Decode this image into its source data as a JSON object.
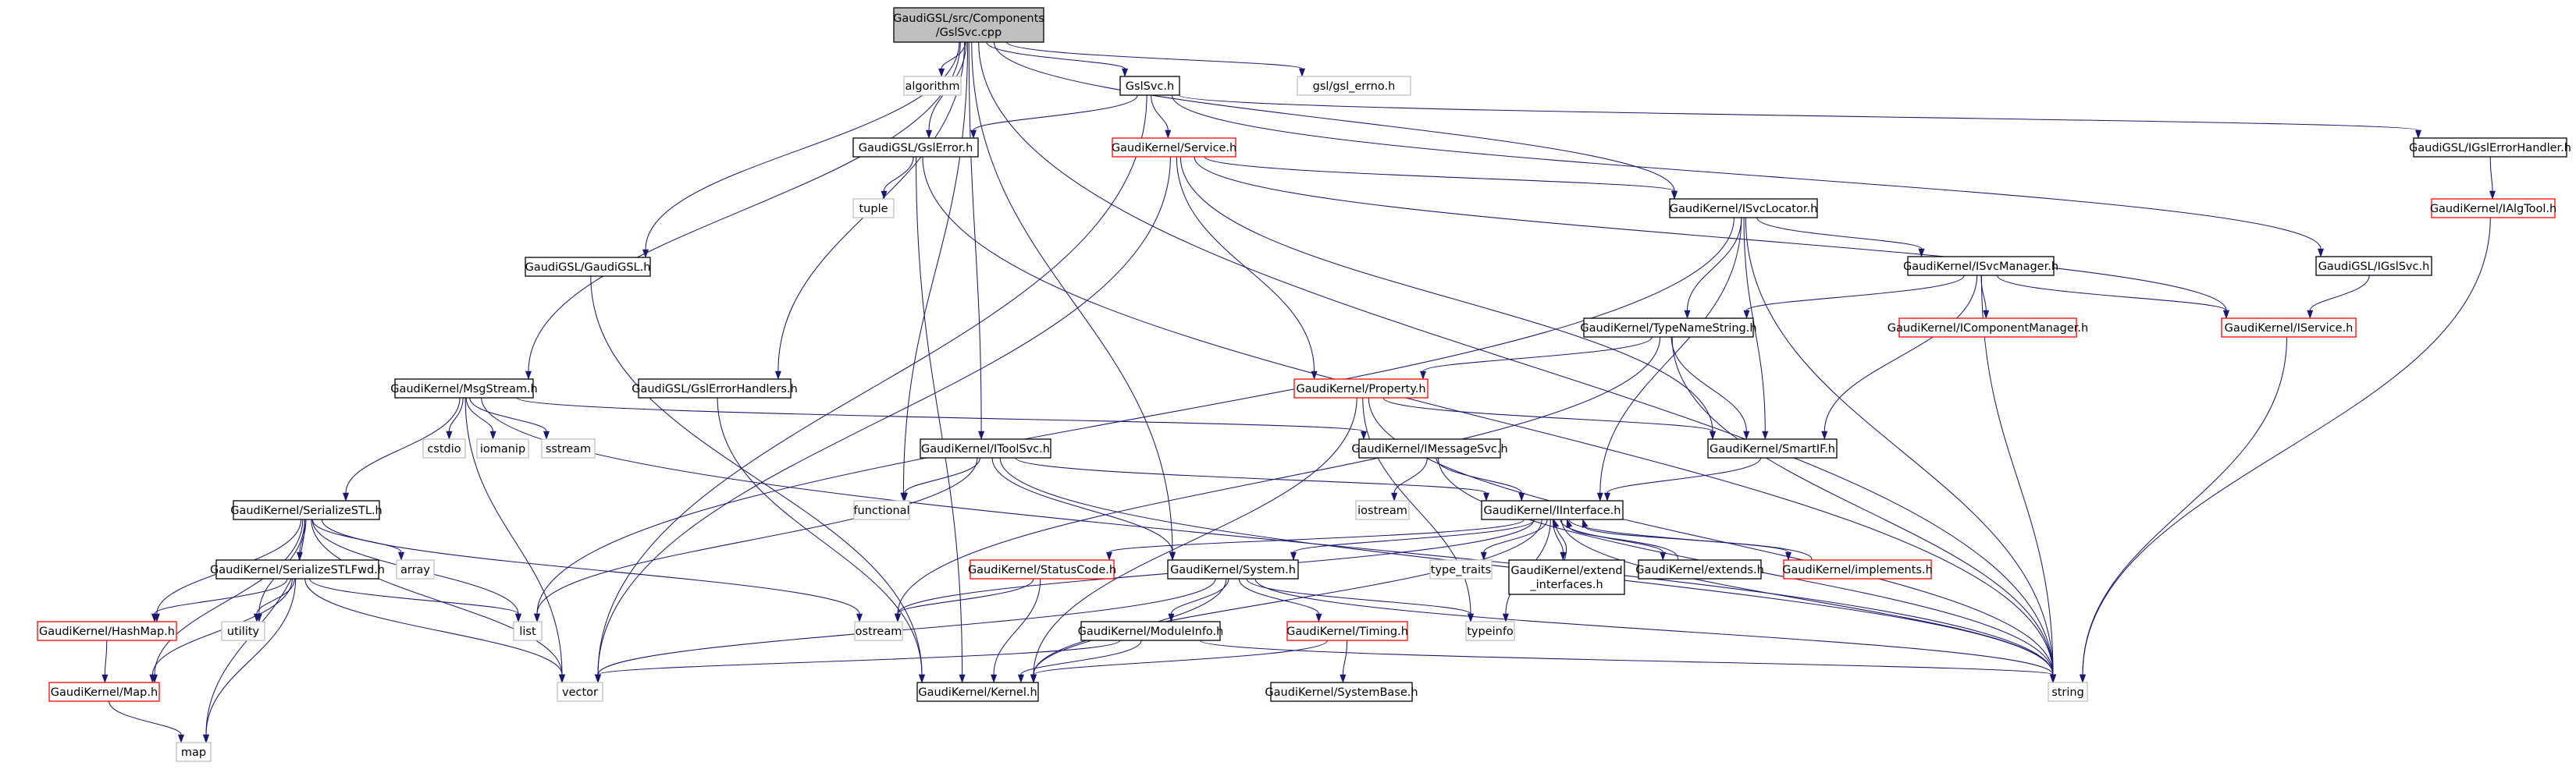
{
  "colors": {
    "edge": "#191970",
    "root_fill": "#bfbfbf",
    "root_stroke": "#000000",
    "local_stroke": "#000000",
    "external_stroke": "#bfbfbf",
    "truncated_stroke": "#ff0000",
    "node_fill": "#ffffff"
  },
  "nodes": [
    {
      "id": "root",
      "lines": [
        "GaudiGSL/src/Components",
        "/GslSvc.cpp"
      ],
      "kind": "root"
    },
    {
      "id": "algorithm",
      "lines": [
        "algorithm"
      ],
      "kind": "external"
    },
    {
      "id": "gslsvc_h",
      "lines": [
        "GslSvc.h"
      ],
      "kind": "local"
    },
    {
      "id": "gsl_errno",
      "lines": [
        "gsl/gsl_errno.h"
      ],
      "kind": "external"
    },
    {
      "id": "gslerror",
      "lines": [
        "GaudiGSL/GslError.h"
      ],
      "kind": "local"
    },
    {
      "id": "service",
      "lines": [
        "GaudiKernel/Service.h"
      ],
      "kind": "truncated"
    },
    {
      "id": "igslerrorhandler",
      "lines": [
        "GaudiGSL/IGslErrorHandler.h"
      ],
      "kind": "local"
    },
    {
      "id": "ialgtool",
      "lines": [
        "GaudiKernel/IAlgTool.h"
      ],
      "kind": "truncated"
    },
    {
      "id": "tuple",
      "lines": [
        "tuple"
      ],
      "kind": "external"
    },
    {
      "id": "isvclocator",
      "lines": [
        "GaudiKernel/ISvcLocator.h"
      ],
      "kind": "local"
    },
    {
      "id": "gaudigsl",
      "lines": [
        "GaudiGSL/GaudiGSL.h"
      ],
      "kind": "local"
    },
    {
      "id": "isvcmanager",
      "lines": [
        "GaudiKernel/ISvcManager.h"
      ],
      "kind": "local"
    },
    {
      "id": "igslsvc",
      "lines": [
        "GaudiGSL/IGslSvc.h"
      ],
      "kind": "local"
    },
    {
      "id": "typenamestring",
      "lines": [
        "GaudiKernel/TypeNameString.h"
      ],
      "kind": "local"
    },
    {
      "id": "icomponentmanager",
      "lines": [
        "GaudiKernel/IComponentManager.h"
      ],
      "kind": "truncated"
    },
    {
      "id": "iservice",
      "lines": [
        "GaudiKernel/IService.h"
      ],
      "kind": "truncated"
    },
    {
      "id": "msgstream",
      "lines": [
        "GaudiKernel/MsgStream.h"
      ],
      "kind": "local"
    },
    {
      "id": "gslerrorhandlers",
      "lines": [
        "GaudiGSL/GslErrorHandlers.h"
      ],
      "kind": "local"
    },
    {
      "id": "property",
      "lines": [
        "GaudiKernel/Property.h"
      ],
      "kind": "truncated"
    },
    {
      "id": "cstdio",
      "lines": [
        "cstdio"
      ],
      "kind": "external"
    },
    {
      "id": "iomanip",
      "lines": [
        "iomanip"
      ],
      "kind": "external"
    },
    {
      "id": "sstream",
      "lines": [
        "sstream"
      ],
      "kind": "external"
    },
    {
      "id": "itoolsvc",
      "lines": [
        "GaudiKernel/IToolSvc.h"
      ],
      "kind": "local"
    },
    {
      "id": "imessagesvc",
      "lines": [
        "GaudiKernel/IMessageSvc.h"
      ],
      "kind": "local"
    },
    {
      "id": "smartif",
      "lines": [
        "GaudiKernel/SmartIF.h"
      ],
      "kind": "local"
    },
    {
      "id": "serializestl",
      "lines": [
        "GaudiKernel/SerializeSTL.h"
      ],
      "kind": "local"
    },
    {
      "id": "functional",
      "lines": [
        "functional"
      ],
      "kind": "external"
    },
    {
      "id": "iostream",
      "lines": [
        "iostream"
      ],
      "kind": "external"
    },
    {
      "id": "iinterface",
      "lines": [
        "GaudiKernel/IInterface.h"
      ],
      "kind": "local"
    },
    {
      "id": "array",
      "lines": [
        "array"
      ],
      "kind": "external"
    },
    {
      "id": "serializestlfwd",
      "lines": [
        "GaudiKernel/SerializeSTLFwd.h"
      ],
      "kind": "local"
    },
    {
      "id": "statuscode",
      "lines": [
        "GaudiKernel/StatusCode.h"
      ],
      "kind": "truncated"
    },
    {
      "id": "system",
      "lines": [
        "GaudiKernel/System.h"
      ],
      "kind": "local"
    },
    {
      "id": "type_traits",
      "lines": [
        "type_traits"
      ],
      "kind": "external"
    },
    {
      "id": "extend_interfaces",
      "lines": [
        "GaudiKernel/extend",
        "_interfaces.h"
      ],
      "kind": "local"
    },
    {
      "id": "extends",
      "lines": [
        "GaudiKernel/extends.h"
      ],
      "kind": "local"
    },
    {
      "id": "implements",
      "lines": [
        "GaudiKernel/implements.h"
      ],
      "kind": "truncated"
    },
    {
      "id": "hashmap",
      "lines": [
        "GaudiKernel/HashMap.h"
      ],
      "kind": "truncated"
    },
    {
      "id": "utility",
      "lines": [
        "utility"
      ],
      "kind": "external"
    },
    {
      "id": "list",
      "lines": [
        "list"
      ],
      "kind": "external"
    },
    {
      "id": "ostream",
      "lines": [
        "ostream"
      ],
      "kind": "external"
    },
    {
      "id": "moduleinfo",
      "lines": [
        "GaudiKernel/ModuleInfo.h"
      ],
      "kind": "local"
    },
    {
      "id": "timing",
      "lines": [
        "GaudiKernel/Timing.h"
      ],
      "kind": "truncated"
    },
    {
      "id": "typeinfo",
      "lines": [
        "typeinfo"
      ],
      "kind": "external"
    },
    {
      "id": "map_h",
      "lines": [
        "GaudiKernel/Map.h"
      ],
      "kind": "truncated"
    },
    {
      "id": "vector",
      "lines": [
        "vector"
      ],
      "kind": "external"
    },
    {
      "id": "kernel",
      "lines": [
        "GaudiKernel/Kernel.h"
      ],
      "kind": "local"
    },
    {
      "id": "systembase",
      "lines": [
        "GaudiKernel/SystemBase.h"
      ],
      "kind": "local"
    },
    {
      "id": "string",
      "lines": [
        "string"
      ],
      "kind": "external"
    },
    {
      "id": "map",
      "lines": [
        "map"
      ],
      "kind": "external"
    }
  ],
  "edges": [
    [
      "root",
      "algorithm"
    ],
    [
      "root",
      "gslsvc_h"
    ],
    [
      "root",
      "gsl_errno"
    ],
    [
      "root",
      "gslerror"
    ],
    [
      "root",
      "isvclocator"
    ],
    [
      "root",
      "gaudigsl"
    ],
    [
      "root",
      "msgstream"
    ],
    [
      "root",
      "gslerrorhandlers"
    ],
    [
      "root",
      "itoolsvc"
    ],
    [
      "root",
      "functional"
    ],
    [
      "root",
      "system"
    ],
    [
      "root",
      "string"
    ],
    [
      "gslsvc_h",
      "gslerror"
    ],
    [
      "gslsvc_h",
      "service"
    ],
    [
      "gslsvc_h",
      "igslerrorhandler"
    ],
    [
      "gslsvc_h",
      "igslsvc"
    ],
    [
      "gslsvc_h",
      "vector"
    ],
    [
      "gslerror",
      "tuple"
    ],
    [
      "gslerror",
      "kernel"
    ],
    [
      "gslerror",
      "string"
    ],
    [
      "service",
      "isvclocator"
    ],
    [
      "service",
      "property"
    ],
    [
      "service",
      "smartif"
    ],
    [
      "service",
      "iservice"
    ],
    [
      "service",
      "vector"
    ],
    [
      "igslerrorhandler",
      "ialgtool"
    ],
    [
      "ialgtool",
      "string"
    ],
    [
      "isvclocator",
      "isvcmanager"
    ],
    [
      "isvclocator",
      "typenamestring"
    ],
    [
      "isvclocator",
      "smartif"
    ],
    [
      "isvclocator",
      "iinterface"
    ],
    [
      "isvclocator",
      "string"
    ],
    [
      "isvclocator",
      "list"
    ],
    [
      "gaudigsl",
      "kernel"
    ],
    [
      "isvcmanager",
      "typenamestring"
    ],
    [
      "isvcmanager",
      "icomponentmanager"
    ],
    [
      "isvcmanager",
      "iservice"
    ],
    [
      "isvcmanager",
      "smartif"
    ],
    [
      "isvcmanager",
      "string"
    ],
    [
      "igslsvc",
      "iservice"
    ],
    [
      "iservice",
      "string"
    ],
    [
      "typenamestring",
      "property"
    ],
    [
      "typenamestring",
      "smartif"
    ],
    [
      "typenamestring",
      "ostream"
    ],
    [
      "typenamestring",
      "string"
    ],
    [
      "msgstream",
      "imessagesvc"
    ],
    [
      "msgstream",
      "serializestl"
    ],
    [
      "msgstream",
      "cstdio"
    ],
    [
      "msgstream",
      "iomanip"
    ],
    [
      "msgstream",
      "sstream"
    ],
    [
      "msgstream",
      "string"
    ],
    [
      "msgstream",
      "vector"
    ],
    [
      "gslerrorhandlers",
      "kernel"
    ],
    [
      "property",
      "smartif"
    ],
    [
      "property",
      "kernel"
    ],
    [
      "property",
      "typeinfo"
    ],
    [
      "property",
      "string"
    ],
    [
      "itoolsvc",
      "functional"
    ],
    [
      "itoolsvc",
      "system"
    ],
    [
      "itoolsvc",
      "iinterface"
    ],
    [
      "itoolsvc",
      "list"
    ],
    [
      "itoolsvc",
      "string"
    ],
    [
      "imessagesvc",
      "iinterface"
    ],
    [
      "imessagesvc",
      "iostream"
    ],
    [
      "imessagesvc",
      "string"
    ],
    [
      "smartif",
      "iinterface"
    ],
    [
      "serializestl",
      "serializestlfwd"
    ],
    [
      "serializestl",
      "hashmap"
    ],
    [
      "serializestl",
      "map_h"
    ],
    [
      "serializestl",
      "array"
    ],
    [
      "serializestl",
      "utility"
    ],
    [
      "serializestl",
      "list"
    ],
    [
      "serializestl",
      "vector"
    ],
    [
      "serializestl",
      "ostream"
    ],
    [
      "serializestl",
      "map"
    ],
    [
      "iinterface",
      "statuscode"
    ],
    [
      "iinterface",
      "system"
    ],
    [
      "iinterface",
      "type_traits"
    ],
    [
      "iinterface",
      "extend_interfaces"
    ],
    [
      "iinterface",
      "extends"
    ],
    [
      "iinterface",
      "implements"
    ],
    [
      "iinterface",
      "typeinfo"
    ],
    [
      "iinterface",
      "ostream"
    ],
    [
      "iinterface",
      "kernel"
    ],
    [
      "iinterface",
      "string"
    ],
    [
      "extend_interfaces",
      "iinterface"
    ],
    [
      "extends",
      "iinterface"
    ],
    [
      "implements",
      "iinterface"
    ],
    [
      "serializestlfwd",
      "hashmap"
    ],
    [
      "serializestlfwd",
      "map_h"
    ],
    [
      "serializestlfwd",
      "utility"
    ],
    [
      "serializestlfwd",
      "list"
    ],
    [
      "serializestlfwd",
      "vector"
    ],
    [
      "serializestlfwd",
      "map"
    ],
    [
      "statuscode",
      "ostream"
    ],
    [
      "statuscode",
      "kernel"
    ],
    [
      "system",
      "moduleinfo"
    ],
    [
      "system",
      "timing"
    ],
    [
      "system",
      "kernel"
    ],
    [
      "system",
      "typeinfo"
    ],
    [
      "system",
      "vector"
    ],
    [
      "system",
      "string"
    ],
    [
      "hashmap",
      "map_h"
    ],
    [
      "map_h",
      "map"
    ],
    [
      "moduleinfo",
      "kernel"
    ],
    [
      "moduleinfo",
      "string"
    ],
    [
      "moduleinfo",
      "vector"
    ],
    [
      "timing",
      "kernel"
    ],
    [
      "timing",
      "systembase"
    ]
  ]
}
